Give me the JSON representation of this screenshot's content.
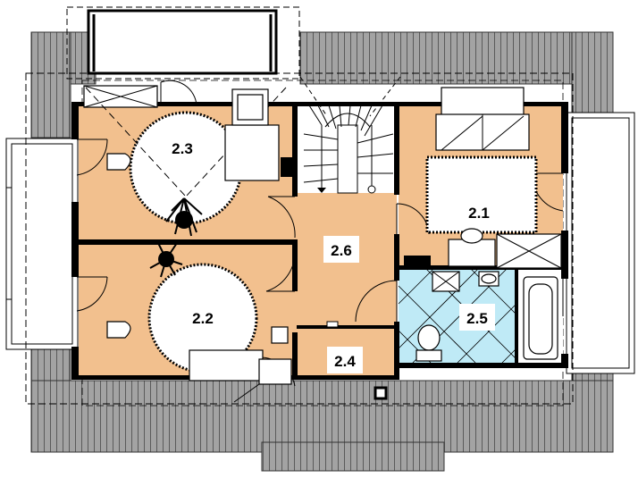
{
  "rooms": [
    {
      "id": "room-2-1",
      "label": "2.1"
    },
    {
      "id": "room-2-2",
      "label": "2.2"
    },
    {
      "id": "room-2-3",
      "label": "2.3"
    },
    {
      "id": "room-2-4",
      "label": "2.4"
    },
    {
      "id": "room-2-5",
      "label": "2.5"
    },
    {
      "id": "room-2-6",
      "label": "2.6"
    }
  ],
  "colors": {
    "room_fill": "#f2c08e",
    "bathroom_fill": "#bfeaf6",
    "roof_fill": "#a3a3a3",
    "wall": "#000000"
  }
}
